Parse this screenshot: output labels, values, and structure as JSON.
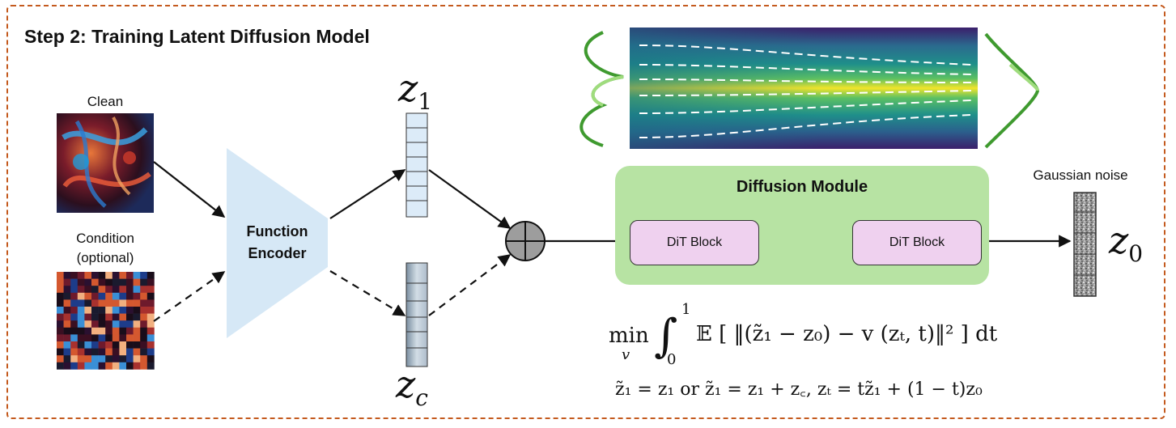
{
  "title": "Step 2: Training Latent Diffusion Model",
  "inputs": {
    "clean_label": "Clean",
    "condition_label_line1": "Condition",
    "condition_label_line2": "(optional)"
  },
  "encoder": {
    "line1": "Function",
    "line2": "Encoder"
  },
  "latents": {
    "z1_base": "z",
    "z1_sub": "1",
    "zc_base": "z",
    "zc_sub": "c",
    "z0_base": "z",
    "z0_sub": "0"
  },
  "diffusion": {
    "title": "Diffusion Module",
    "block1": "DiT Block",
    "block2": "DiT Block"
  },
  "noise_label": "Gaussian noise",
  "objective": {
    "min": "min",
    "min_sub": "v",
    "integral_top": "1",
    "integral_bottom": "0",
    "body": "𝔼 [ ‖(z̃₁ − z₀) − v (zₜ, t)‖² ] dt",
    "line2": "z̃₁ = z₁ or z̃₁ = z₁ + z꜀,     zₜ = tz̃₁ + (1 − t)z₀"
  },
  "colors": {
    "frame": "#c45a1e",
    "encoder": "#d6e8f6",
    "z1_cell": "#dcebf8",
    "diffusion_bg": "#b7e3a3",
    "dit_bg": "#efd1ef",
    "gaussian_curve": "#3f9a2f"
  }
}
